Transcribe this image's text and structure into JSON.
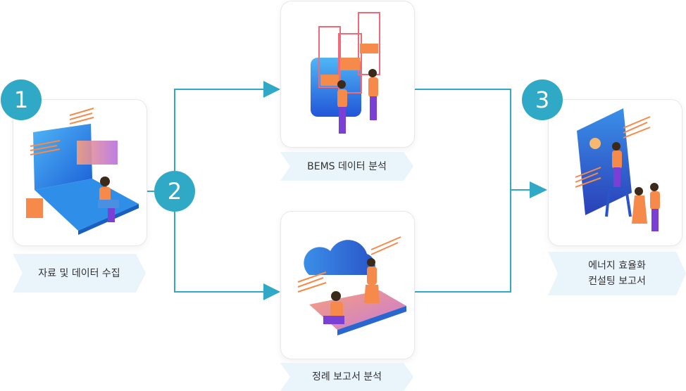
{
  "steps": {
    "s1": {
      "number": "1",
      "label": "자료 및 데이터 수집"
    },
    "s2": {
      "number": "2"
    },
    "s2a": {
      "label": "BEMS 데이터 분석"
    },
    "s2b": {
      "label": "정례 보고서 분석"
    },
    "s3": {
      "number": "3",
      "label_line1": "에너지 효율화",
      "label_line2": "컨설팅 보고서"
    }
  },
  "colors": {
    "accent": "#2fa9c6",
    "label_bg": "#e9f4fb",
    "orange": "#f58a4a",
    "purple": "#7a3fd4",
    "blue": "#2a7de1"
  }
}
